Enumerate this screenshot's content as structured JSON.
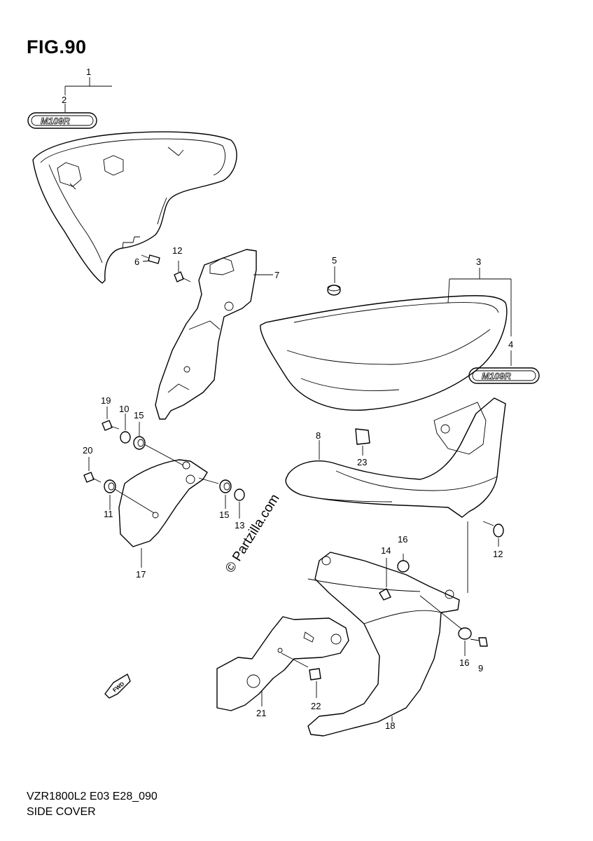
{
  "figure": {
    "title": "FIG.90",
    "model_code": "VZR1800L2 E03 E28_090",
    "section_name": "SIDE COVER",
    "footnote": "",
    "watermark": "© Partzilla.com"
  },
  "badges": {
    "emblem_upper": "M109R",
    "emblem_lower": "M109R"
  },
  "direction_marker": {
    "label": "FWD"
  },
  "callouts": {
    "c1": "1",
    "c2": "2",
    "c3": "3",
    "c4": "4",
    "c5": "5",
    "c6": "6",
    "c7": "7",
    "c8": "8",
    "c9": "9",
    "c10": "10",
    "c11": "11",
    "c12a": "12",
    "c12b": "12",
    "c13": "13",
    "c14": "14",
    "c15a": "15",
    "c15b": "15",
    "c16a": "16",
    "c16b": "16",
    "c17": "17",
    "c18": "18",
    "c19": "19",
    "c20": "20",
    "c21": "21",
    "c22": "22",
    "c23": "23"
  }
}
